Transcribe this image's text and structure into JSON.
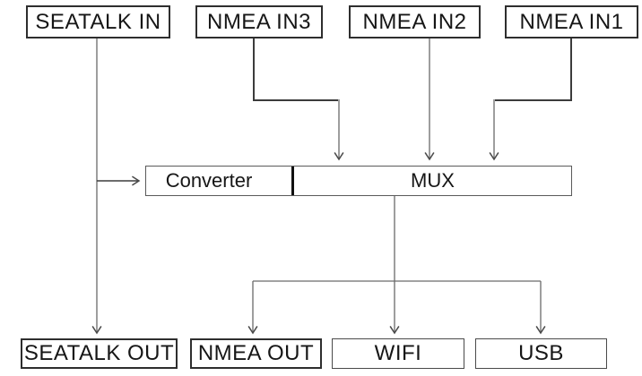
{
  "diagram": {
    "type": "block-diagram",
    "description": "NMEA multiplexer signal flow diagram",
    "nodes": {
      "seatalk_in": {
        "label": "SEATALK IN"
      },
      "nmea_in3": {
        "label": "NMEA IN3"
      },
      "nmea_in2": {
        "label": "NMEA IN2"
      },
      "nmea_in1": {
        "label": "NMEA IN1"
      },
      "converter": {
        "label": "Converter"
      },
      "mux": {
        "label": "MUX"
      },
      "seatalk_out": {
        "label": "SEATALK OUT"
      },
      "nmea_out": {
        "label": "NMEA OUT"
      },
      "wifi": {
        "label": "WIFI"
      },
      "usb": {
        "label": "USB"
      }
    },
    "connections": [
      {
        "from": "SEATALK IN",
        "to": "Converter",
        "style": "solid"
      },
      {
        "from": "SEATALK IN",
        "to": "SEATALK OUT",
        "style": "solid"
      },
      {
        "from": "NMEA IN3",
        "to": "MUX",
        "style": "solid"
      },
      {
        "from": "NMEA IN2",
        "to": "MUX",
        "style": "solid"
      },
      {
        "from": "NMEA IN1",
        "to": "MUX",
        "style": "solid"
      },
      {
        "from": "Converter",
        "to": "MUX",
        "style": "dashed"
      },
      {
        "from": "MUX",
        "to": "NMEA OUT",
        "style": "solid"
      },
      {
        "from": "MUX",
        "to": "WIFI",
        "style": "solid"
      },
      {
        "from": "MUX",
        "to": "USB",
        "style": "solid"
      }
    ],
    "colors": {
      "background": "#ffffff",
      "box_border": "#2e2e2e",
      "line_thick": "#3c3c3c",
      "line_thin": "#6a6a6a",
      "text": "#161616"
    }
  }
}
